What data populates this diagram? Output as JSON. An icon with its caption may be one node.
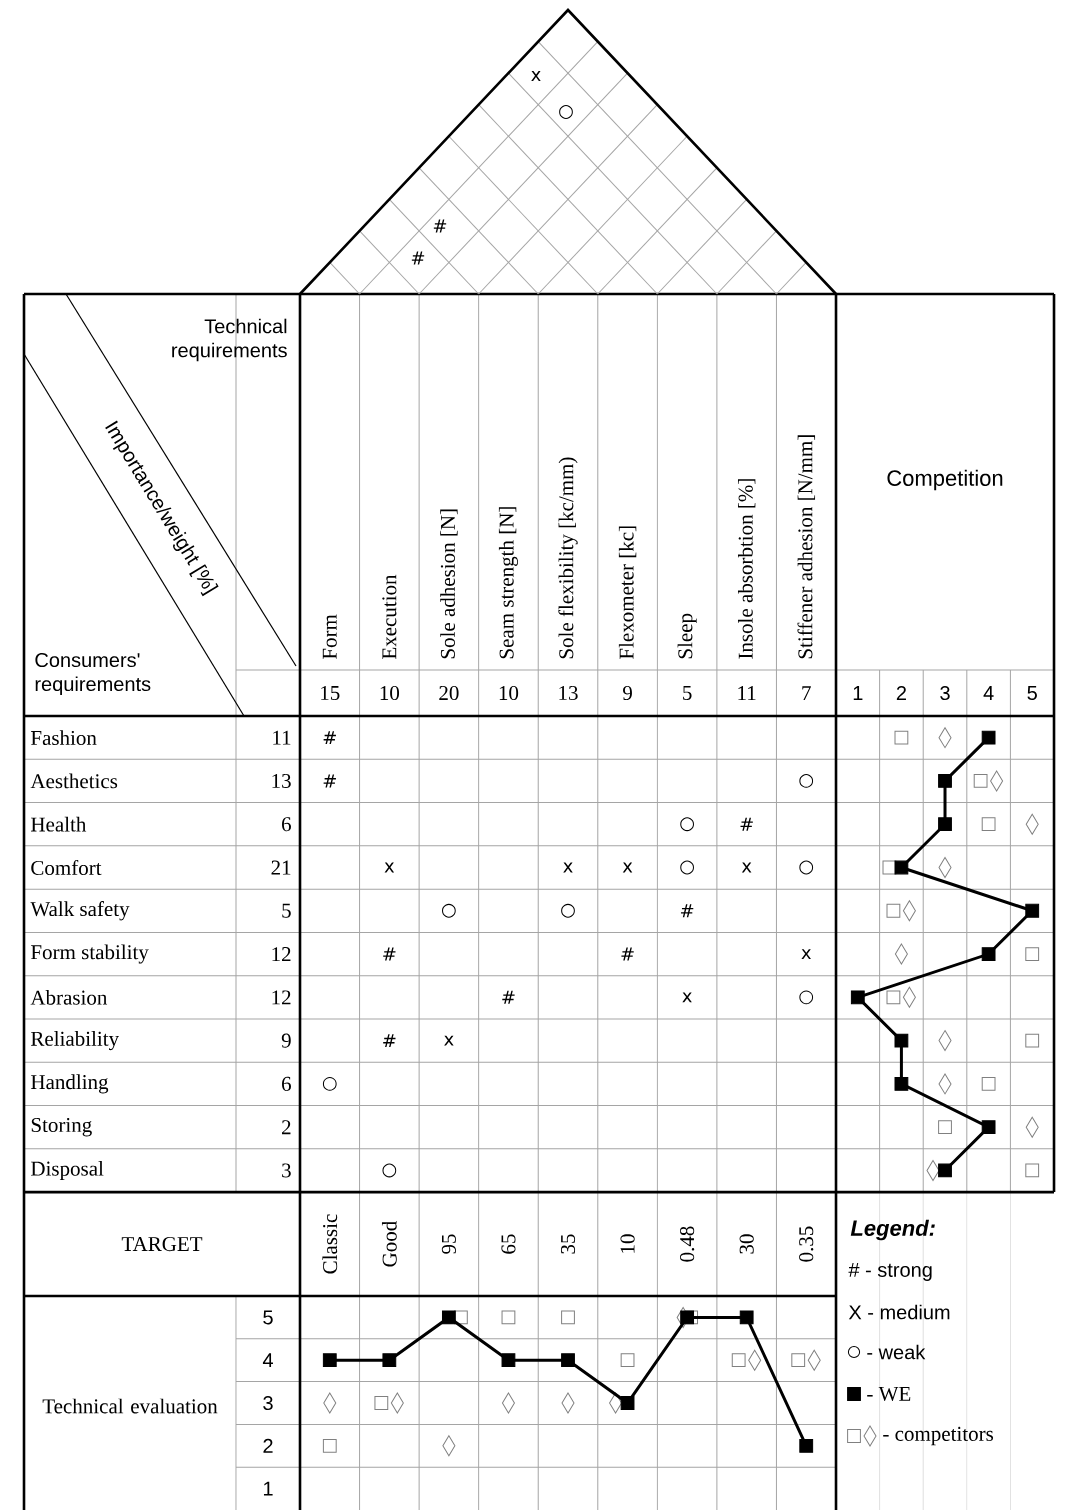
{
  "diagram": {
    "labels": [
      "x",
      "○",
      "#",
      "#",
      "Technical requirements",
      "Importance/weight [%]",
      "Consumers' requirements",
      "Form",
      "Execution",
      "Sole adhesion [N]",
      "Seam strength [N]",
      "Sole flexibility [kc/mm)",
      "Flexometer [kc]",
      "Sleep",
      "Insole absorbtion [%]",
      "Stiffener adhesion [N/mm]",
      "Competition",
      "15",
      "10",
      "20",
      "10",
      "13",
      "9",
      "5",
      "11",
      "7",
      "1",
      "2",
      "3",
      "4",
      "5",
      "Fashion",
      "11",
      "#",
      "Aesthetics",
      "13",
      "#",
      "○",
      "Health",
      "6",
      "○",
      "#",
      "Comfort",
      "21",
      "x",
      "x",
      "x",
      "○",
      "x",
      "○",
      "Walk safety",
      "5",
      "○",
      "○",
      "#",
      "Form stability",
      "12",
      "#",
      "#",
      "x",
      "Abrasion",
      "12",
      "#",
      "x",
      "○",
      "Reliability",
      "9",
      "#",
      "x",
      "Handling",
      "6",
      "○",
      "Storing",
      "2",
      "Disposal",
      "3",
      "○",
      "TARGET",
      "Classic",
      "Good",
      "95",
      "65",
      "35",
      "10",
      "0.48",
      "30",
      "0.35",
      "Technical evaluation",
      "5",
      "4",
      "3",
      "2",
      "1",
      "Legend:"
    ],
    "legend": [
      {
        "text": "# - strong"
      },
      {
        "text": "X - medium"
      },
      {
        "text": "- weak"
      },
      {
        "text": "- WE"
      },
      {
        "text": "- competitors"
      }
    ]
  }
}
